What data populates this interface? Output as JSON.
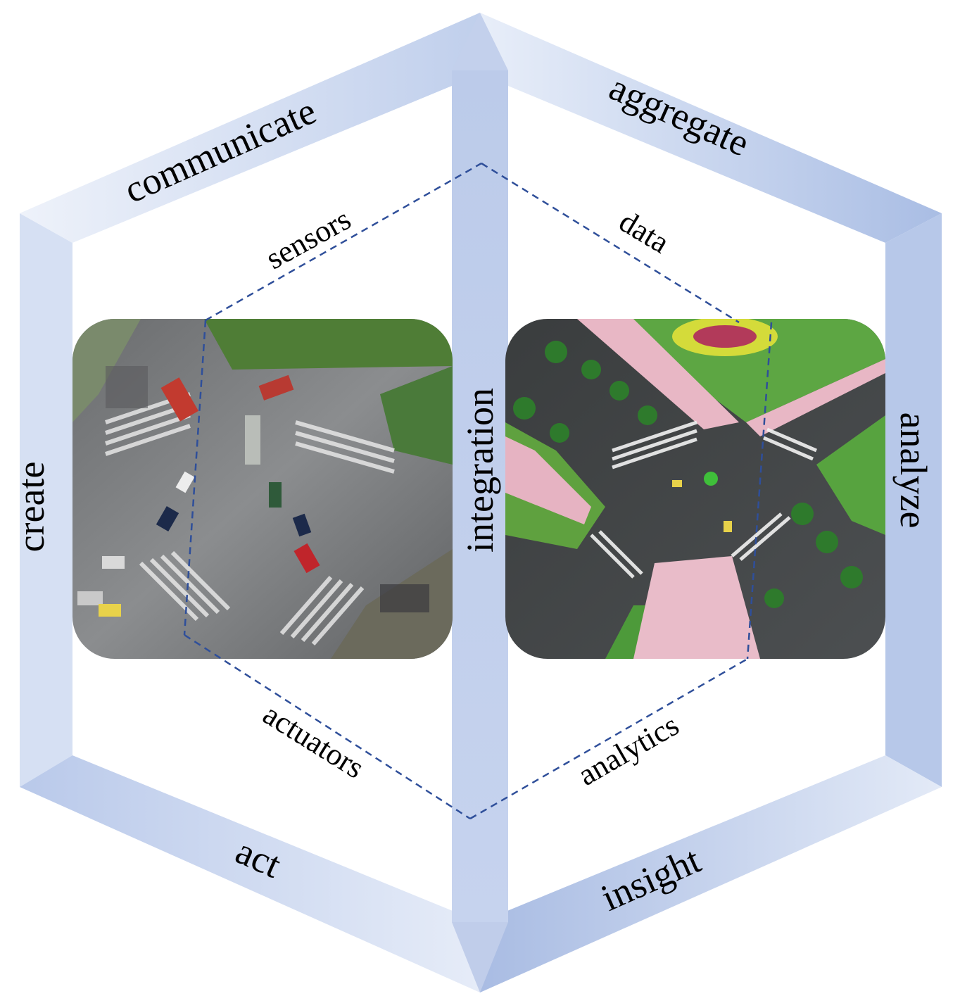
{
  "labels": {
    "communicate": "communicate",
    "aggregate": "aggregate",
    "create": "create",
    "analyze": "analyze",
    "act": "act",
    "insight": "insight",
    "integration": "integration",
    "sensors": "sensors",
    "data": "data",
    "actuators": "actuators",
    "analytics": "analytics"
  },
  "colors": {
    "frame_light": "#e9eef8",
    "frame_mid": "#c9d5ee",
    "frame_dark": "#a9bbe2",
    "dash_line": "#2f4f9a"
  },
  "images": {
    "left": "aerial-photo-real-intersection",
    "right": "rendered-3d-intersection-model"
  }
}
